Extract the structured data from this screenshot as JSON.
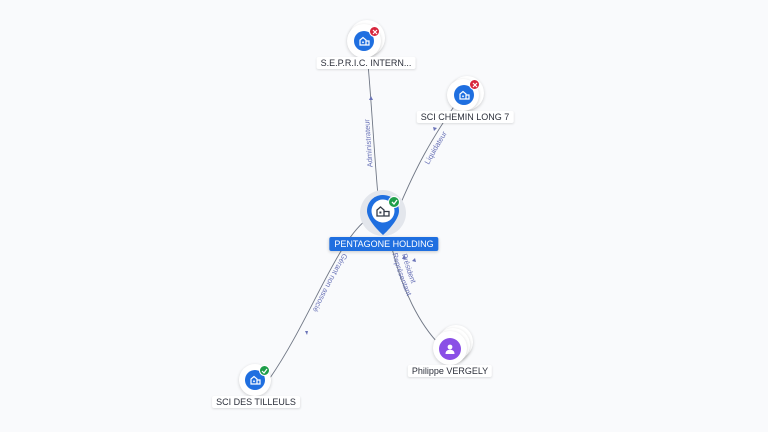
{
  "colors": {
    "company": "#1f6fe0",
    "person": "#8a4fe6",
    "active": "#1e9e4a",
    "closed": "#d7263d",
    "edge": "#6f7684",
    "edge_label": "#6a73b7"
  },
  "nodes": {
    "seepric": {
      "label": "S.E.P.R.I.C. INTERN...",
      "type": "company",
      "status": "closed"
    },
    "chemin": {
      "label": "SCI CHEMIN LONG 7",
      "type": "company",
      "status": "closed"
    },
    "pentagone": {
      "label": "PENTAGONE HOLDING",
      "type": "company",
      "status": "active"
    },
    "tilleuls": {
      "label": "SCI DES TILLEULS",
      "type": "company",
      "status": "active"
    },
    "vergely": {
      "label": "Philippe VERGELY",
      "type": "person"
    }
  },
  "edges": {
    "admin": "Administrateur",
    "liquidateur": "Liquidateur",
    "gerant": "Gérant non associé",
    "president": "Président",
    "representant": "Représentant"
  }
}
